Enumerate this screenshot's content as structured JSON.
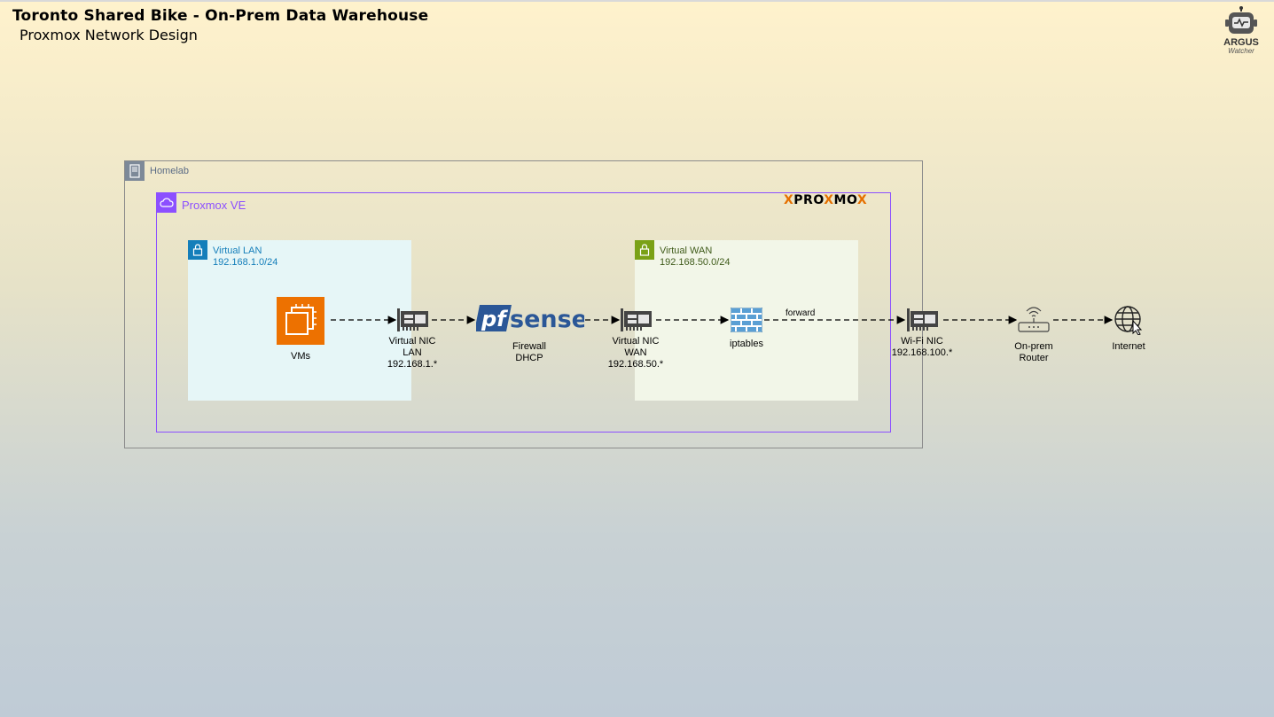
{
  "title": "Toronto Shared Bike - On-Prem Data Warehouse",
  "subtitle": "Proxmox Network Design",
  "logo": {
    "name": "ARGUS",
    "tagline": "Watcher"
  },
  "groups": {
    "homelab": {
      "label": "Homelab"
    },
    "proxmox": {
      "label": "Proxmox VE",
      "brand_left": "PRO",
      "brand_x": "X",
      "brand_mid": "MO",
      "brand_end": "X"
    },
    "vlan": {
      "label": "Virtual LAN",
      "cidr": "192.168.1.0/24"
    },
    "vwan": {
      "label": "Virtual WAN",
      "cidr": "192.168.50.0/24"
    }
  },
  "nodes": {
    "vms": {
      "label": "VMs"
    },
    "nic_lan": {
      "line1": "Virtual NIC",
      "line2": "LAN",
      "line3": "192.168.1.*"
    },
    "pfsense": {
      "logo_pf": "pf",
      "logo_sense": "sense",
      "line1": "Firewall",
      "line2": "DHCP"
    },
    "nic_wan": {
      "line1": "Virtual NIC",
      "line2": "WAN",
      "line3": "192.168.50.*"
    },
    "iptables": {
      "label": "iptables"
    },
    "wifi_nic": {
      "line1": "Wi-Fi NIC",
      "line2": "192.168.100.*"
    },
    "router": {
      "line1": "On-prem",
      "line2": "Router"
    },
    "internet": {
      "label": "Internet"
    }
  },
  "edges": [
    {
      "from": "VMs",
      "to": "Virtual NIC LAN",
      "label": ""
    },
    {
      "from": "Virtual NIC LAN",
      "to": "pfSense",
      "label": ""
    },
    {
      "from": "pfSense",
      "to": "Virtual NIC WAN",
      "label": ""
    },
    {
      "from": "Virtual NIC WAN",
      "to": "iptables",
      "label": ""
    },
    {
      "from": "iptables",
      "to": "Wi-Fi NIC",
      "label": "forward"
    },
    {
      "from": "Wi-Fi NIC",
      "to": "On-prem Router",
      "label": ""
    },
    {
      "from": "On-prem Router",
      "to": "Internet",
      "label": ""
    }
  ],
  "colors": {
    "aws_orange": "#ed7100",
    "vlan_blue": "#147eba",
    "vwan_green": "#7aa116",
    "proxmox_purple": "#8c4fff",
    "pfsense_blue": "#2b5797"
  }
}
